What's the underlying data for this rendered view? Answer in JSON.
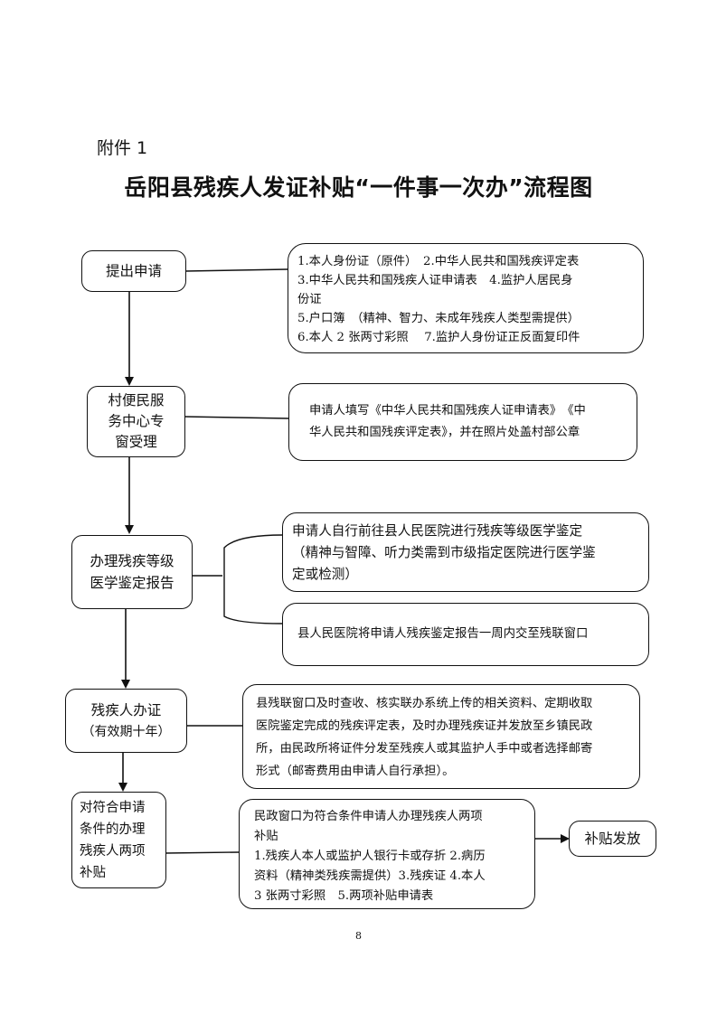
{
  "header": {
    "attachment_label": "附件 1",
    "title": "岳阳县残疾人发证补贴“一件事一次办”流程图"
  },
  "steps": [
    {
      "id": "apply",
      "lines": [
        "提出申请"
      ]
    },
    {
      "id": "village",
      "lines": [
        "村便民服",
        "务中心专",
        "窗受理"
      ]
    },
    {
      "id": "assessment",
      "lines": [
        "办理残疾等级",
        "医学鉴定报告"
      ]
    },
    {
      "id": "certificate",
      "lines": [
        "残疾人办证",
        "（有效期十年）"
      ]
    },
    {
      "id": "subsidy_apply",
      "lines": [
        "对符合申请",
        "条件的办理",
        "残疾人两项",
        "补贴"
      ]
    },
    {
      "id": "subsidy_issue",
      "lines": [
        "补贴发放"
      ]
    }
  ],
  "notes": {
    "apply": [
      "1.本人身份证（原件）　2.中华人民共和国残疾评定表",
      "3.中华人民共和国残疾人证申请表　4.监护人居民身",
      "份证",
      "5.户口簿　（精神、智力、未成年残疾人类型需提供）",
      "6.本人 2 张两寸彩照　 7.监护人身份证正反面复印件"
    ],
    "village": [
      "申请人填写《中华人民共和国残疾人证申请表》　《中",
      "华人民共和国残疾评定表》，并在照片处盖村部公章"
    ],
    "assessment_1": [
      "申请人自行前往县人民医院进行残疾等级医学鉴定",
      "（精神与智障、听力类需到市级指定医院进行医学鉴",
      "定或检测）"
    ],
    "assessment_2": [
      "县人民医院将申请人残疾鉴定报告一周内交至残联窗口"
    ],
    "certificate": [
      "县残联窗口及时查收、核实联办系统上传的相关资料、定期收取",
      "医院鉴定完成的残疾评定表，及时办理残疾证并发放至乡镇民政",
      "所，由民政所将证件分发至残疾人或其监护人手中或者选择邮寄",
      "形式（邮寄费用由申请人自行承担）。"
    ],
    "subsidy": [
      "民政窗口为符合条件申请人办理残疾人两项",
      "补贴",
      "1.残疾人本人或监护人银行卡或存折 2.病历",
      "资料（精神类残疾需提供）3.残疾证 4.本人",
      "3 张两寸彩照　5.两项补贴申请表"
    ]
  },
  "footer": {
    "page_number": "8"
  }
}
